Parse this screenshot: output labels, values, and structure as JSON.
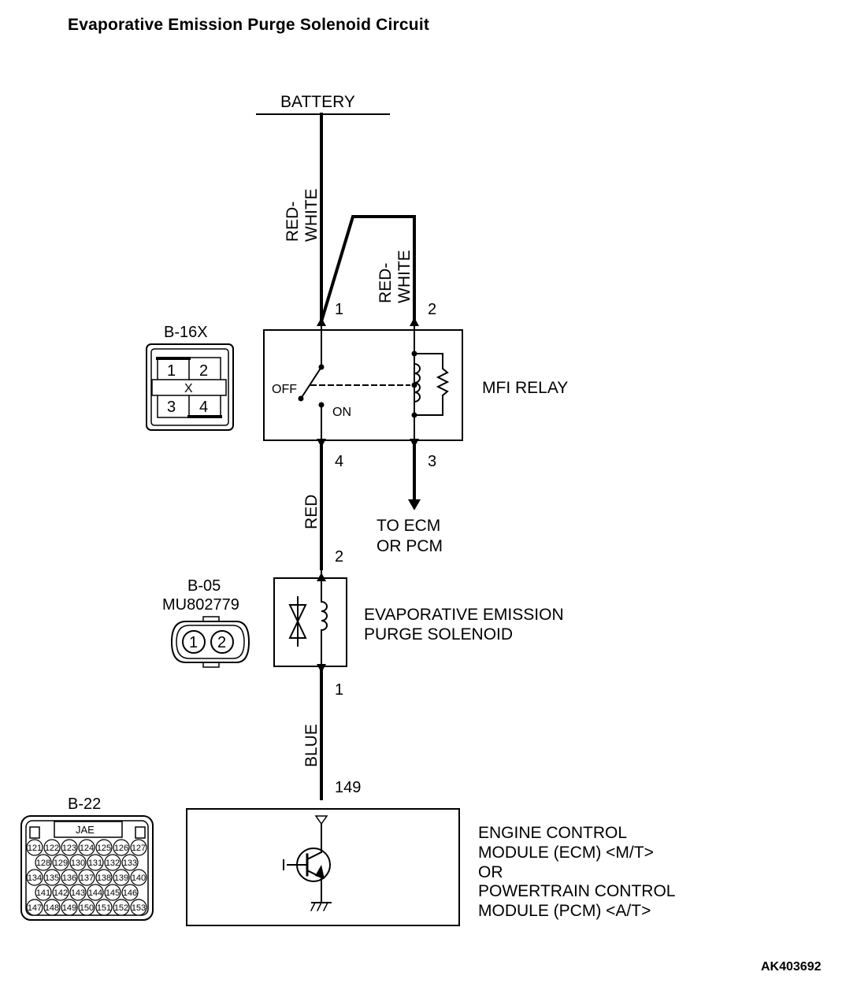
{
  "title": "Evaporative Emission Purge Solenoid Circuit",
  "figure_id": "AK403692",
  "source": "BATTERY",
  "wires": {
    "battery_to_relay": "RED-\nWHITE",
    "battery_to_relay_line1": "RED-",
    "battery_to_relay_line2": "WHITE",
    "relay_coil_line1": "RED-",
    "relay_coil_line2": "WHITE",
    "relay_to_solenoid": "RED",
    "solenoid_to_module": "BLUE"
  },
  "relay": {
    "name": "MFI RELAY",
    "connector": "B-16X",
    "pins": [
      "1",
      "2",
      "3",
      "4"
    ],
    "pin1": "1",
    "pin2": "2",
    "pin3": "3",
    "pin4": "4",
    "off_label": "OFF",
    "on_label": "ON",
    "connector_mark": "X",
    "to_ecm_line1": "TO ECM",
    "to_ecm_line2": "OR PCM"
  },
  "solenoid": {
    "name_line1": "EVAPORATIVE EMISSION",
    "name_line2": "PURGE SOLENOID",
    "connector": "B-05",
    "part_number": "MU802779",
    "pin_top": "2",
    "pin_bottom": "1",
    "connector_pins": [
      "1",
      "2"
    ]
  },
  "module": {
    "name_line1": "ENGINE CONTROL",
    "name_line2": "MODULE (ECM) <M/T>",
    "name_line3": "OR",
    "name_line4": "POWERTRAIN CONTROL",
    "name_line5": "MODULE (PCM) <A/T>",
    "connector": "B-22",
    "connector_brand": "JAE",
    "pin": "149",
    "connector_rows": [
      [
        "121",
        "122",
        "123",
        "124",
        "125",
        "126",
        "127"
      ],
      [
        "128",
        "129",
        "130",
        "131",
        "132",
        "133"
      ],
      [
        "134",
        "135",
        "136",
        "137",
        "138",
        "139",
        "140"
      ],
      [
        "141",
        "142",
        "143",
        "144",
        "145",
        "146"
      ],
      [
        "147",
        "148",
        "149",
        "150",
        "151",
        "152",
        "153"
      ]
    ]
  }
}
